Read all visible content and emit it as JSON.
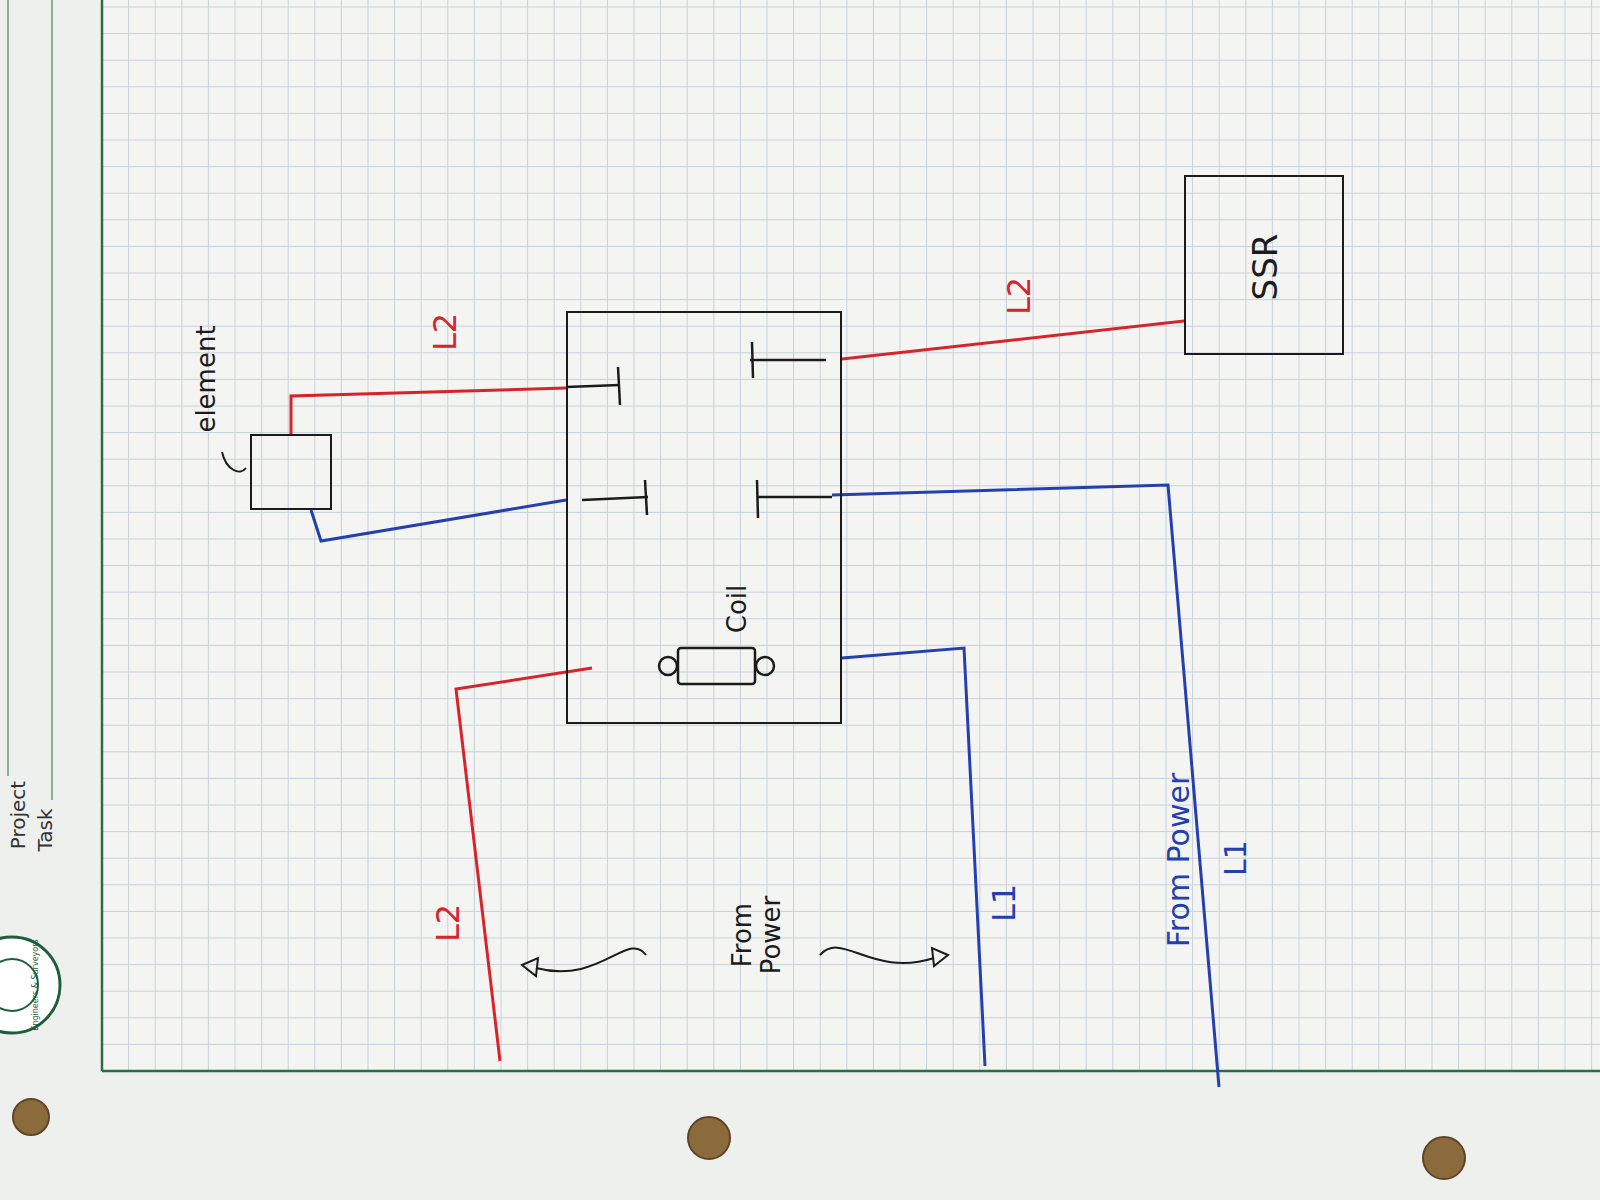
{
  "diagram": {
    "nodes": [
      {
        "text": [
          "element"
        ]
      },
      {
        "text": [
          "Coil"
        ]
      },
      {
        "text": [
          "SSR"
        ]
      }
    ],
    "edges": [
      {
        "from": 0,
        "to": 1,
        "arrow": "none",
        "label": "L2"
      },
      {
        "from": 0,
        "to": 1,
        "arrow": "none"
      },
      {
        "from": 1,
        "to": 2,
        "arrow": "none",
        "label": "L2"
      }
    ],
    "labels": [
      "Project",
      "Task",
      "Engineers & Surveyors",
      "L2",
      "From Power",
      "L1",
      "From Power",
      "L1"
    ]
  }
}
